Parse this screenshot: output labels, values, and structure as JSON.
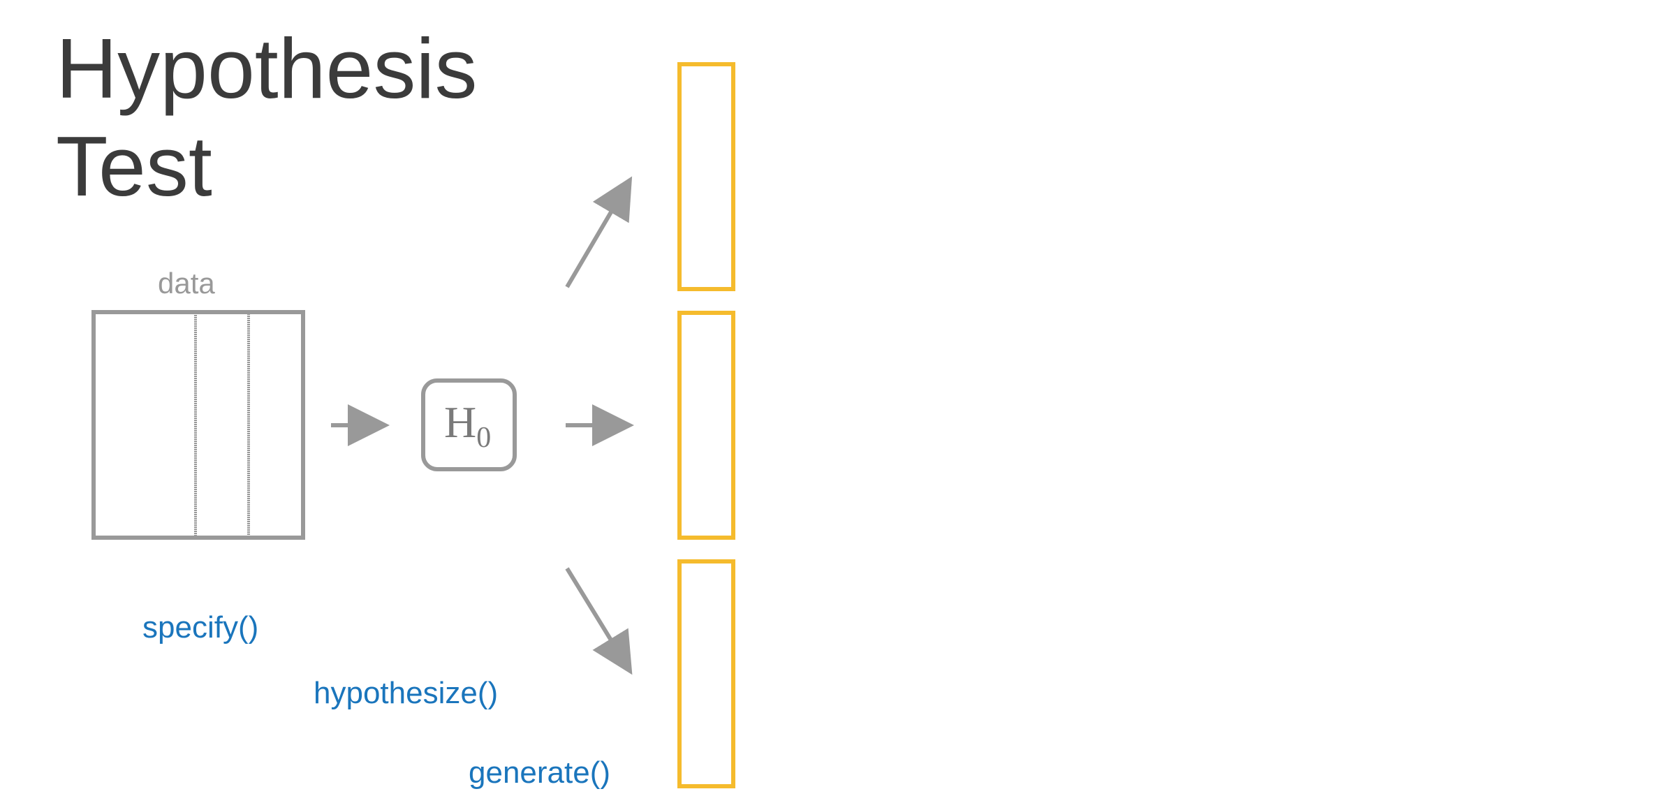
{
  "title": {
    "line1": "Hypothesis",
    "line2": "Test"
  },
  "data_box": {
    "label": "data"
  },
  "hypothesis_box": {
    "symbol": "H",
    "subscript": "0"
  },
  "functions": {
    "specify": "specify()",
    "hypothesize": "hypothesize()",
    "generate": "generate()"
  },
  "colors": {
    "title": "#3b3b3b",
    "gray": "#999999",
    "accent_yellow": "#f5bb2d",
    "function_blue": "#1a75bc"
  }
}
